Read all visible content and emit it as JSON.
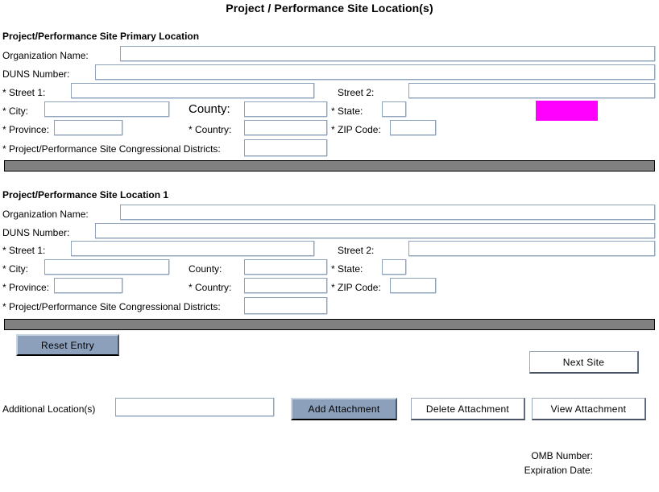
{
  "page": {
    "title": "Project / Performance Site Location(s)"
  },
  "sections": [
    {
      "heading": "Project/Performance Site Primary Location",
      "fields": {
        "organization_name": {
          "label": "Organization Name:",
          "value": "",
          "placeholder": ""
        },
        "duns_number": {
          "label": "DUNS Number:",
          "value": "",
          "placeholder": ""
        },
        "street1": {
          "label": "* Street 1:",
          "value": "",
          "placeholder": ""
        },
        "street2": {
          "label": "Street 2:",
          "value": "",
          "placeholder": ""
        },
        "city": {
          "label": "* City:",
          "value": "",
          "placeholder": ""
        },
        "county": {
          "label": "County:",
          "value": "",
          "placeholder": ""
        },
        "state": {
          "label": "* State:",
          "value": "",
          "placeholder": ""
        },
        "province": {
          "label": "* Province:",
          "value": "",
          "placeholder": ""
        },
        "country": {
          "label": "* Country:",
          "value": "",
          "placeholder": ""
        },
        "zip_code": {
          "label": "* ZIP Code:",
          "value": "",
          "placeholder": ""
        },
        "congressional_districts": {
          "label": "* Project/Performance Site Congressional Districts:",
          "value": "",
          "placeholder": ""
        }
      }
    },
    {
      "heading": "Project/Performance Site Location 1",
      "fields": {
        "organization_name": {
          "label": "Organization Name:",
          "value": "",
          "placeholder": ""
        },
        "duns_number": {
          "label": "DUNS Number:",
          "value": "",
          "placeholder": ""
        },
        "street1": {
          "label": "* Street 1:",
          "value": "",
          "placeholder": ""
        },
        "street2": {
          "label": "Street 2:",
          "value": "",
          "placeholder": ""
        },
        "city": {
          "label": "* City:",
          "value": "",
          "placeholder": ""
        },
        "county": {
          "label": "County:",
          "value": "",
          "placeholder": ""
        },
        "state": {
          "label": "* State:",
          "value": "",
          "placeholder": ""
        },
        "province": {
          "label": "* Province:",
          "value": "",
          "placeholder": ""
        },
        "country": {
          "label": "* Country:",
          "value": "",
          "placeholder": ""
        },
        "zip_code": {
          "label": "* ZIP Code:",
          "value": "",
          "placeholder": ""
        },
        "congressional_districts": {
          "label": "* Project/Performance Site Congressional Districts:",
          "value": "",
          "placeholder": ""
        }
      }
    }
  ],
  "highlight": {
    "name": "state-lookup-highlight",
    "color": "#ff00ff"
  },
  "buttons": {
    "reset_entry": "Reset Entry",
    "next_site": "Next Site",
    "add_attachment": "Add Attachment",
    "delete_attachment": "Delete Attachment",
    "view_attachment": "View  Attachment"
  },
  "additional": {
    "label": "Additional Location(s)",
    "value": "",
    "placeholder": ""
  },
  "footer": {
    "omb_number_label": "OMB Number:",
    "omb_number_value": "",
    "expiration_date_label": "Expiration Date:",
    "expiration_date_value": ""
  },
  "colors": {
    "divider": "#808080",
    "button_blue": "#8ca0bc",
    "field_border": "#8fa3bc",
    "highlight": "#ff00ff"
  }
}
